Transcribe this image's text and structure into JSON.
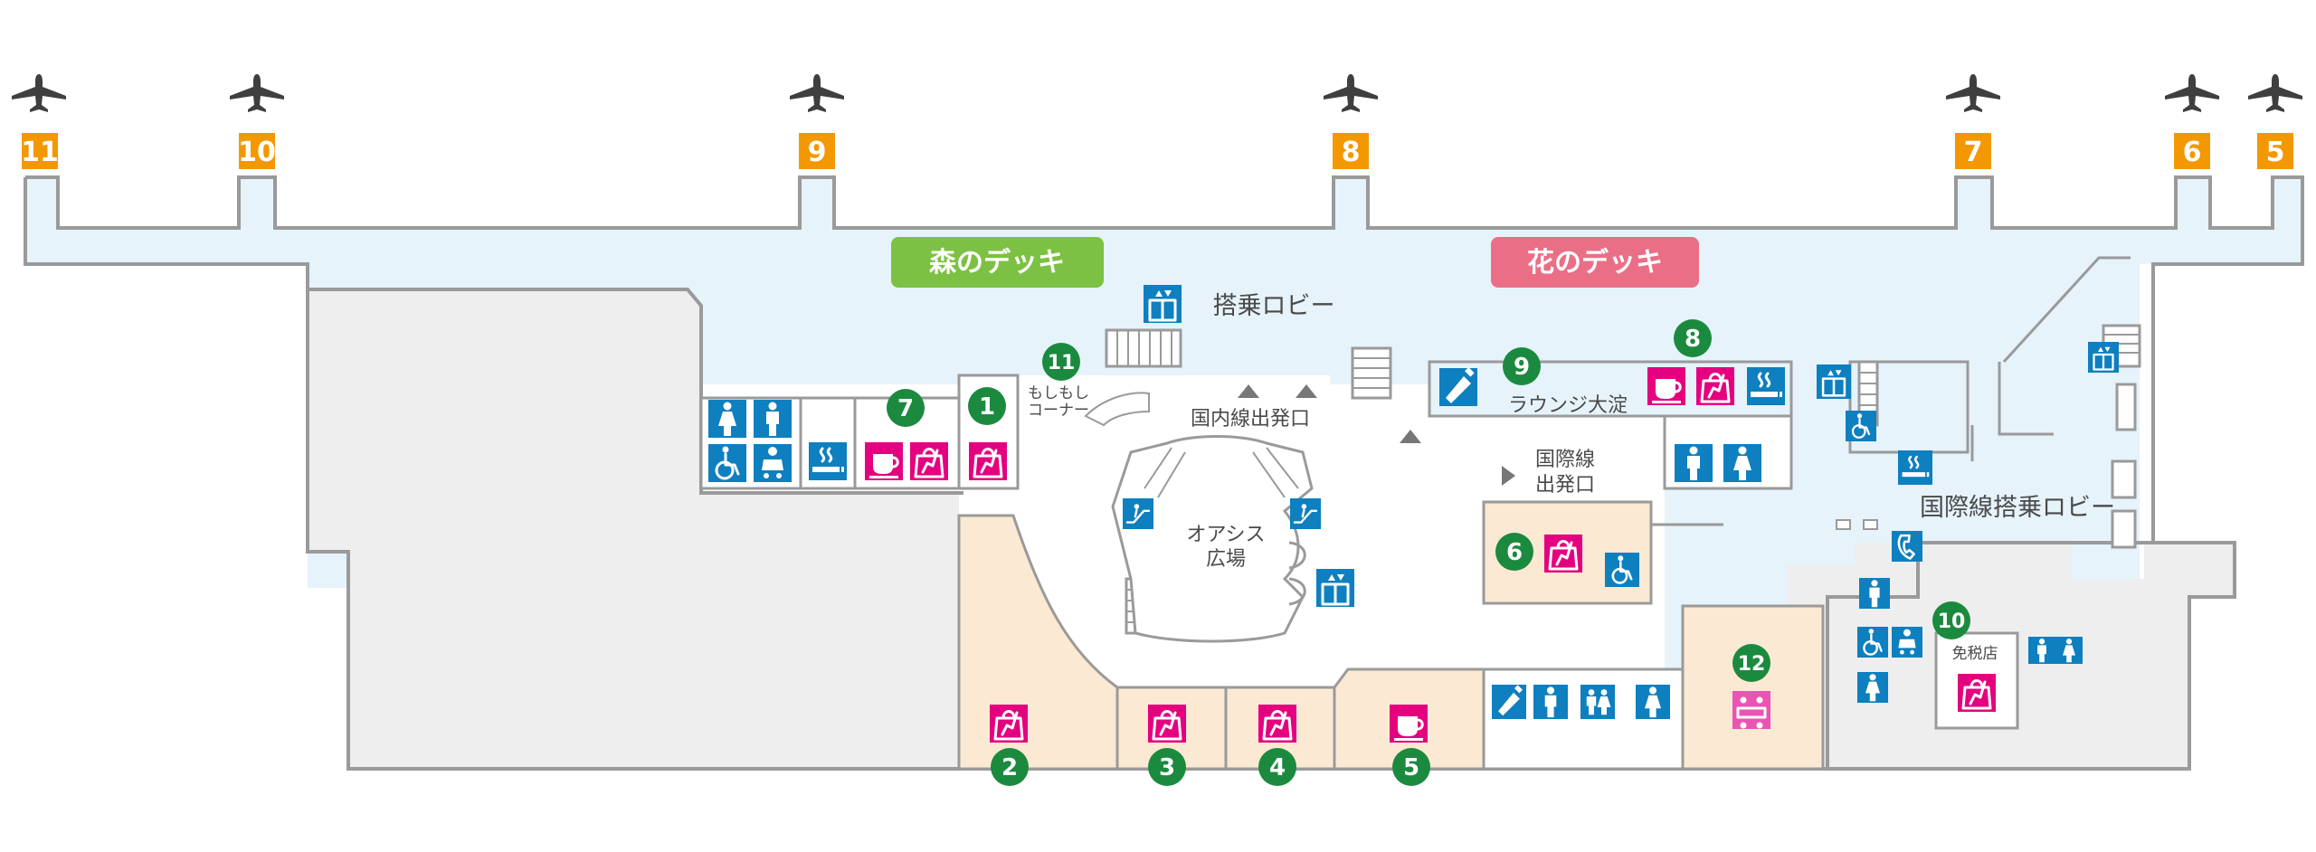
{
  "colors": {
    "lobby": "#e6f3fb",
    "outline": "#9a9a9a",
    "grey_area": "#eeeeee",
    "shop_area": "#fbe9d3",
    "gate_badge": "#f39800",
    "green_marker": "#1b8a3e",
    "shop_icon": "#e4007f",
    "facility_icon": "#0e7fbf",
    "mori_deck": "#7cc143",
    "hana_deck": "#ea6f86"
  },
  "gates": [
    {
      "num": "11"
    },
    {
      "num": "10"
    },
    {
      "num": "9"
    },
    {
      "num": "8"
    },
    {
      "num": "7"
    },
    {
      "num": "6"
    },
    {
      "num": "5"
    }
  ],
  "decks": {
    "mori": "森のデッキ",
    "hana": "花のデッキ"
  },
  "labels": {
    "boarding_lobby": "搭乗ロビー",
    "moshimoshi_1": "もしもし",
    "moshimoshi_2": "コーナー",
    "domestic_exit": "国内線出発口",
    "oasis_1": "オアシス",
    "oasis_2": "広場",
    "lounge": "ラウンジ大淀",
    "intl_exit_1": "国際線",
    "intl_exit_2": "出発口",
    "intl_lobby": "国際線搭乗ロビー",
    "duty_free": "免税店"
  },
  "markers": [
    {
      "num": "1"
    },
    {
      "num": "2"
    },
    {
      "num": "3"
    },
    {
      "num": "4"
    },
    {
      "num": "5"
    },
    {
      "num": "6"
    },
    {
      "num": "7"
    },
    {
      "num": "8"
    },
    {
      "num": "9"
    },
    {
      "num": "10"
    },
    {
      "num": "11"
    },
    {
      "num": "12"
    }
  ],
  "icons": [
    "shop-bag-icon",
    "cafe-icon",
    "smoking-area-icon",
    "restroom-icon",
    "accessible-restroom-icon",
    "nursing-room-icon",
    "elevator-icon",
    "escalator-icon",
    "drinking-water-icon",
    "telephone-icon",
    "meeting-room-icon"
  ]
}
